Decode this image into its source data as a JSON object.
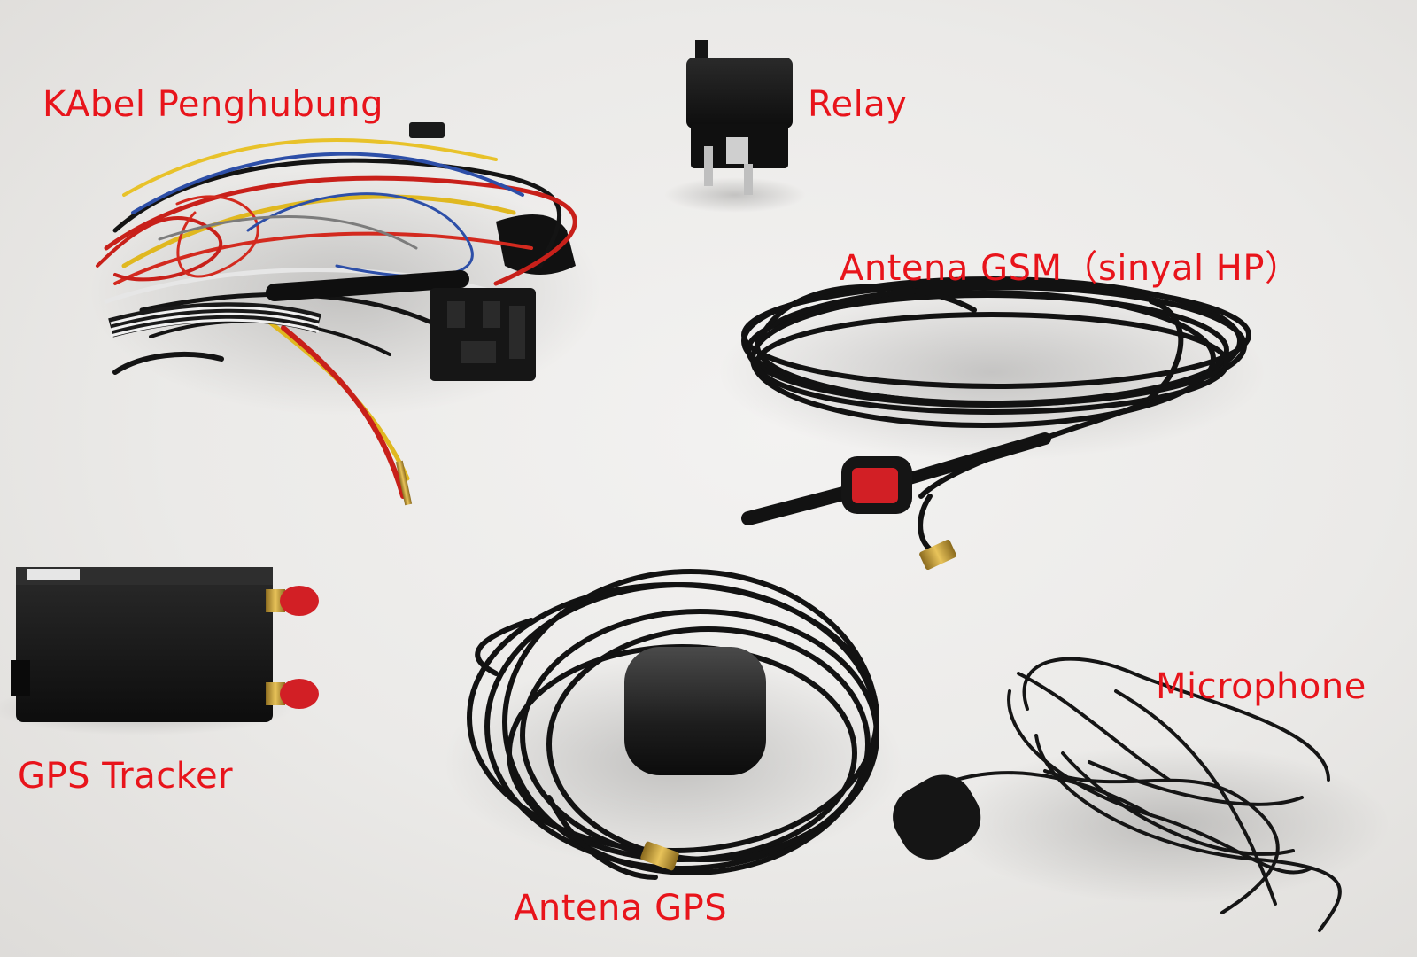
{
  "labels": {
    "kabel": "KAbel Penghubung",
    "relay": "Relay",
    "gsm": "Antena GSM（sinyal HP）",
    "tracker": "GPS Tracker",
    "gps": "Antena GPS",
    "microphone": "Microphone"
  },
  "colors": {
    "label_text": "#e8141b",
    "background": "#ecebe9",
    "cable_black": "#141414",
    "antenna_tip": "#d21f25"
  }
}
